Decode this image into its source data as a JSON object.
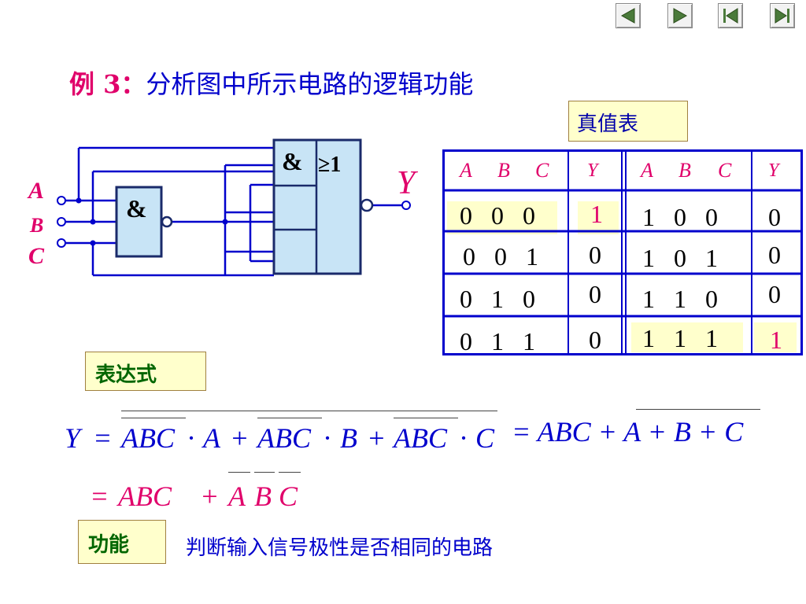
{
  "nav": {
    "buttons": [
      "prev",
      "next",
      "first",
      "last"
    ]
  },
  "title": {
    "label": "例 3：",
    "text": "分析图中所示电路的逻辑功能"
  },
  "circuit": {
    "inputs": [
      "A",
      "B",
      "C"
    ],
    "and_gate_symbol": "&",
    "aoi_and_symbol": "&",
    "aoi_or_symbol": "≥1",
    "output": "Y"
  },
  "truth_table": {
    "caption": "真值表",
    "headers_left": [
      "A",
      "B",
      "C",
      "Y"
    ],
    "headers_right": [
      "A",
      "B",
      "C",
      "Y"
    ],
    "rows_left": [
      {
        "abc": "0   0   0",
        "y": "1"
      },
      {
        "abc": "0   0   1",
        "y": "0"
      },
      {
        "abc": "0   1   0",
        "y": "0"
      },
      {
        "abc": "0   1   1",
        "y": "0"
      }
    ],
    "rows_right": [
      {
        "abc": "1   0   0",
        "y": "0"
      },
      {
        "abc": "1   0   1",
        "y": "0"
      },
      {
        "abc": "1   1   0",
        "y": "0"
      },
      {
        "abc": "1   1   1",
        "y": "1"
      }
    ]
  },
  "expression": {
    "caption": "表达式",
    "line1_y": "Y",
    "line1_eq": "=",
    "line1_t1": "ABC",
    "line1_d1": "·",
    "line1_v1": "A",
    "line1_p1": "+",
    "line1_t2": "ABC",
    "line1_d2": "·",
    "line1_v2": "B",
    "line1_p2": "+",
    "line1_t3": "ABC",
    "line1_d3": "·",
    "line1_v3": "C",
    "line2": "= ABC + A + B + C",
    "line3_eq": "=",
    "line3_abc": "ABC",
    "line3_plus": "+",
    "line3_a": "A",
    "line3_b": "B",
    "line3_c": "C"
  },
  "function": {
    "caption": "功能",
    "text": "判断输入信号极性是否相同的电路"
  },
  "colors": {
    "title_label": "#e0006a",
    "title_text": "#0000cc",
    "table_border": "#0000cc",
    "highlight": "#ffffcc",
    "gate_fill": "#c8e4f6",
    "expr_blue": "#0000cc",
    "expr_red": "#e0006a"
  }
}
